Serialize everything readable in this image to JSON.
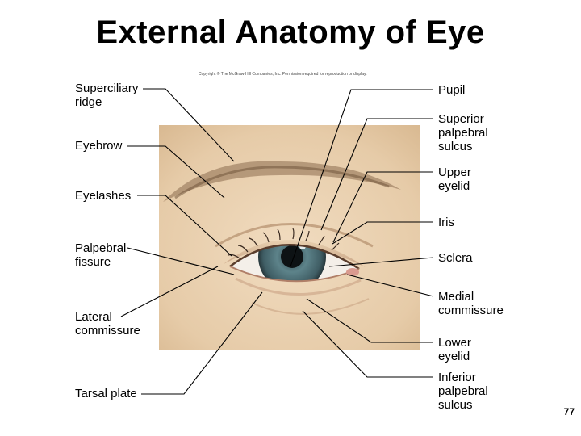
{
  "title": "External Anatomy of Eye",
  "copyright": "Copyright © The McGraw-Hill Companies, Inc. Permission required for reproduction or display.",
  "labels_left": {
    "superciliary": "Superciliary\nridge",
    "eyebrow": "Eyebrow",
    "eyelashes": "Eyelashes",
    "palpebral_fissure": "Palpebral\nfissure",
    "lateral_commissure": "Lateral\ncommissure",
    "tarsal_plate": "Tarsal plate"
  },
  "labels_right": {
    "pupil": "Pupil",
    "superior_sulcus": "Superior\npalpebral\nsulcus",
    "upper_eyelid": "Upper\neyelid",
    "iris": "Iris",
    "sclera": "Sclera",
    "medial_commissure": "Medial\ncommissure",
    "lower_eyelid": "Lower\neyelid",
    "inferior_sulcus": "Inferior\npalpebral\nsulcus"
  },
  "page_number": "77",
  "colors": {
    "skin": "#ead3b4",
    "iris": "#4a6f78",
    "leader": "#000000"
  }
}
